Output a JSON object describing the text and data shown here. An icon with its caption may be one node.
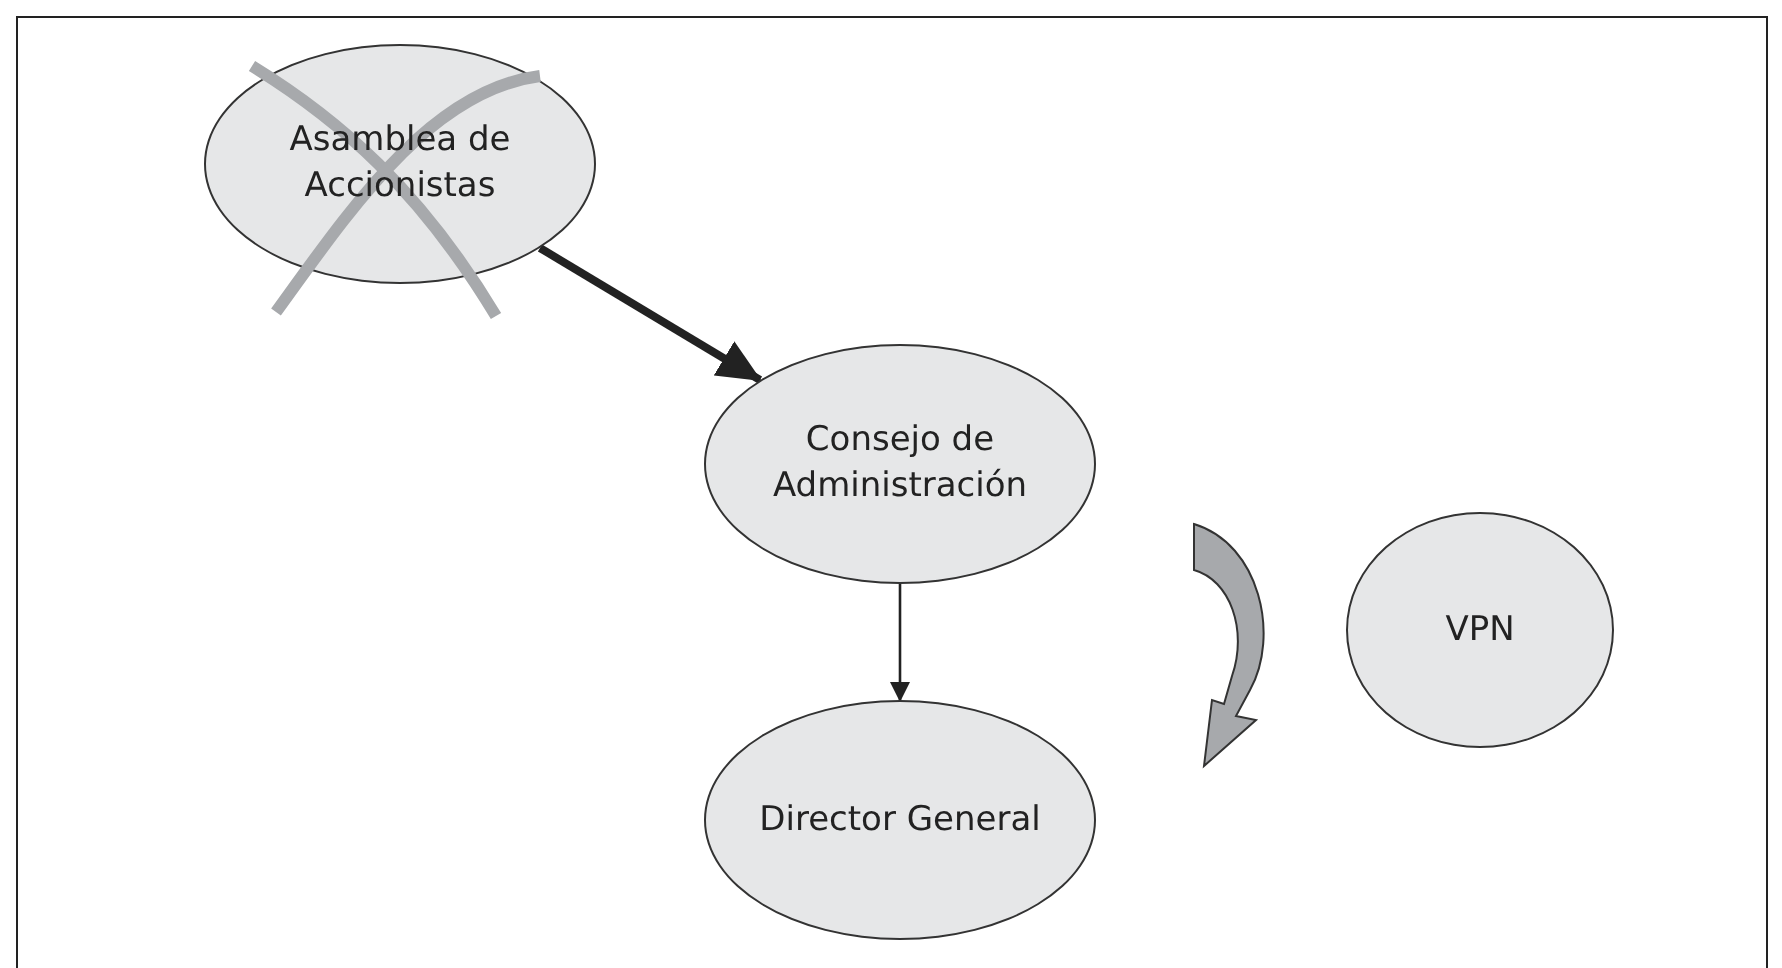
{
  "diagram": {
    "nodes": [
      {
        "text": [
          "Asamblea de Accionistas"
        ]
      },
      {
        "text": [
          "Consejo de Administración"
        ]
      },
      {
        "text": [
          "Director General"
        ]
      },
      {
        "text": [
          "VPN"
        ]
      }
    ],
    "edges": [
      {
        "from": 0,
        "to": 1,
        "arrow": "to",
        "style": "thick"
      },
      {
        "from": 1,
        "to": 2,
        "arrow": "to"
      }
    ]
  }
}
